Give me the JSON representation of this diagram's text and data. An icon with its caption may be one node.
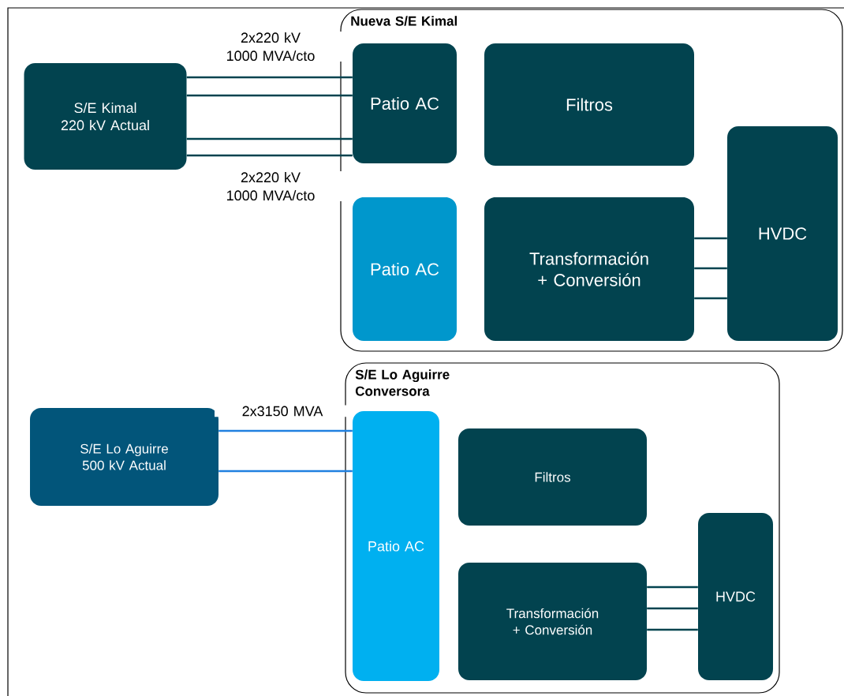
{
  "diagram": {
    "nodes": [
      {
        "text": [
          "S/E Kimal 220 kV Actual"
        ]
      },
      {
        "text": [
          "Nueva S/E Kimal"
        ]
      },
      {
        "text": [
          "Patio AC"
        ],
        "in": 1
      },
      {
        "text": [
          "Filtros"
        ],
        "in": 1
      },
      {
        "text": [
          "HVDC"
        ],
        "in": 1
      },
      {
        "text": [
          "Patio AC"
        ],
        "in": 1
      },
      {
        "text": [
          "Transformación + Conversión"
        ],
        "in": 1
      },
      {
        "text": [
          "S/E Lo Aguirre 500 kV Actual"
        ]
      },
      {
        "text": [
          "S/E Lo Aguirre Conversora"
        ]
      },
      {
        "text": [
          "Patio AC"
        ],
        "in": 8
      },
      {
        "text": [
          "Filtros"
        ],
        "in": 8
      },
      {
        "text": [
          "HVDC"
        ],
        "in": 8
      },
      {
        "text": [
          "Transformación + Conversión"
        ],
        "in": 8
      }
    ],
    "edges": [
      {
        "from": 0,
        "to": 2,
        "arrow": "none",
        "label": "2x220 kV 1000 MVA/cto"
      },
      {
        "from": 0,
        "to": 2,
        "arrow": "none"
      },
      {
        "from": 0,
        "to": 2,
        "arrow": "none"
      },
      {
        "from": 0,
        "to": 2,
        "arrow": "none",
        "label": "2x220 kV 1000 MVA/cto"
      },
      {
        "from": 6,
        "to": 4,
        "arrow": "none"
      },
      {
        "from": 6,
        "to": 4,
        "arrow": "none"
      },
      {
        "from": 6,
        "to": 4,
        "arrow": "none"
      },
      {
        "from": 7,
        "to": 9,
        "arrow": "none",
        "label": "2x3150 MVA",
        "color": "#2080e0"
      },
      {
        "from": 7,
        "to": 9,
        "arrow": "none",
        "color": "#2080e0"
      },
      {
        "from": 12,
        "to": 11,
        "arrow": "none"
      },
      {
        "from": 12,
        "to": 11,
        "arrow": "none"
      },
      {
        "from": 12,
        "to": 11,
        "arrow": "none"
      }
    ]
  }
}
